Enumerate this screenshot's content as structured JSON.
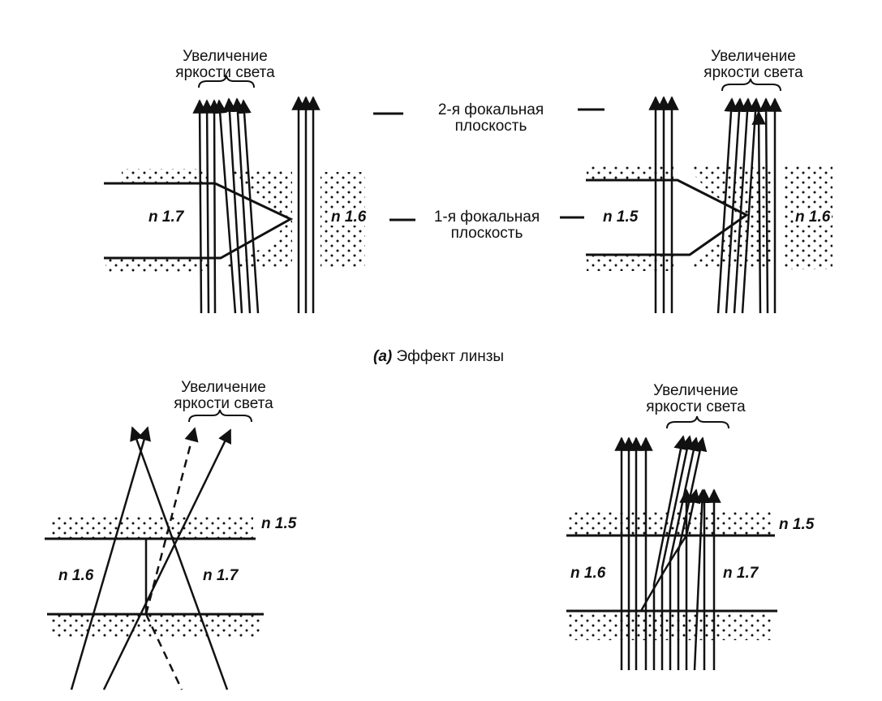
{
  "panel_a": {
    "left": {
      "brightness": {
        "line1": "Увеличение",
        "line2": "яркости света"
      },
      "n_left": "n 1.7",
      "n_right": "n 1.6"
    },
    "right": {
      "brightness": {
        "line1": "Увеличение",
        "line2": "яркости света"
      },
      "n_left": "n 1.5",
      "n_right": "n 1.6"
    },
    "focal2": {
      "line1": "2-я фокальная",
      "line2": "плоскость"
    },
    "focal1": {
      "line1": "1-я фокальная",
      "line2": "плоскость"
    },
    "caption": {
      "letter": "(а)",
      "text": "Эффект линзы"
    }
  },
  "panel_b": {
    "left": {
      "brightness": {
        "line1": "Увеличение",
        "line2": "яркости света"
      },
      "n_top": "n 1.5",
      "n_left": "n 1.6",
      "n_right": "n 1.7"
    },
    "right": {
      "brightness": {
        "line1": "Увеличение",
        "line2": "яркости света"
      },
      "n_top": "n 1.5",
      "n_left": "n 1.6",
      "n_right": "n 1.7"
    }
  },
  "colors": {
    "ink": "#111111",
    "background": "#ffffff"
  }
}
